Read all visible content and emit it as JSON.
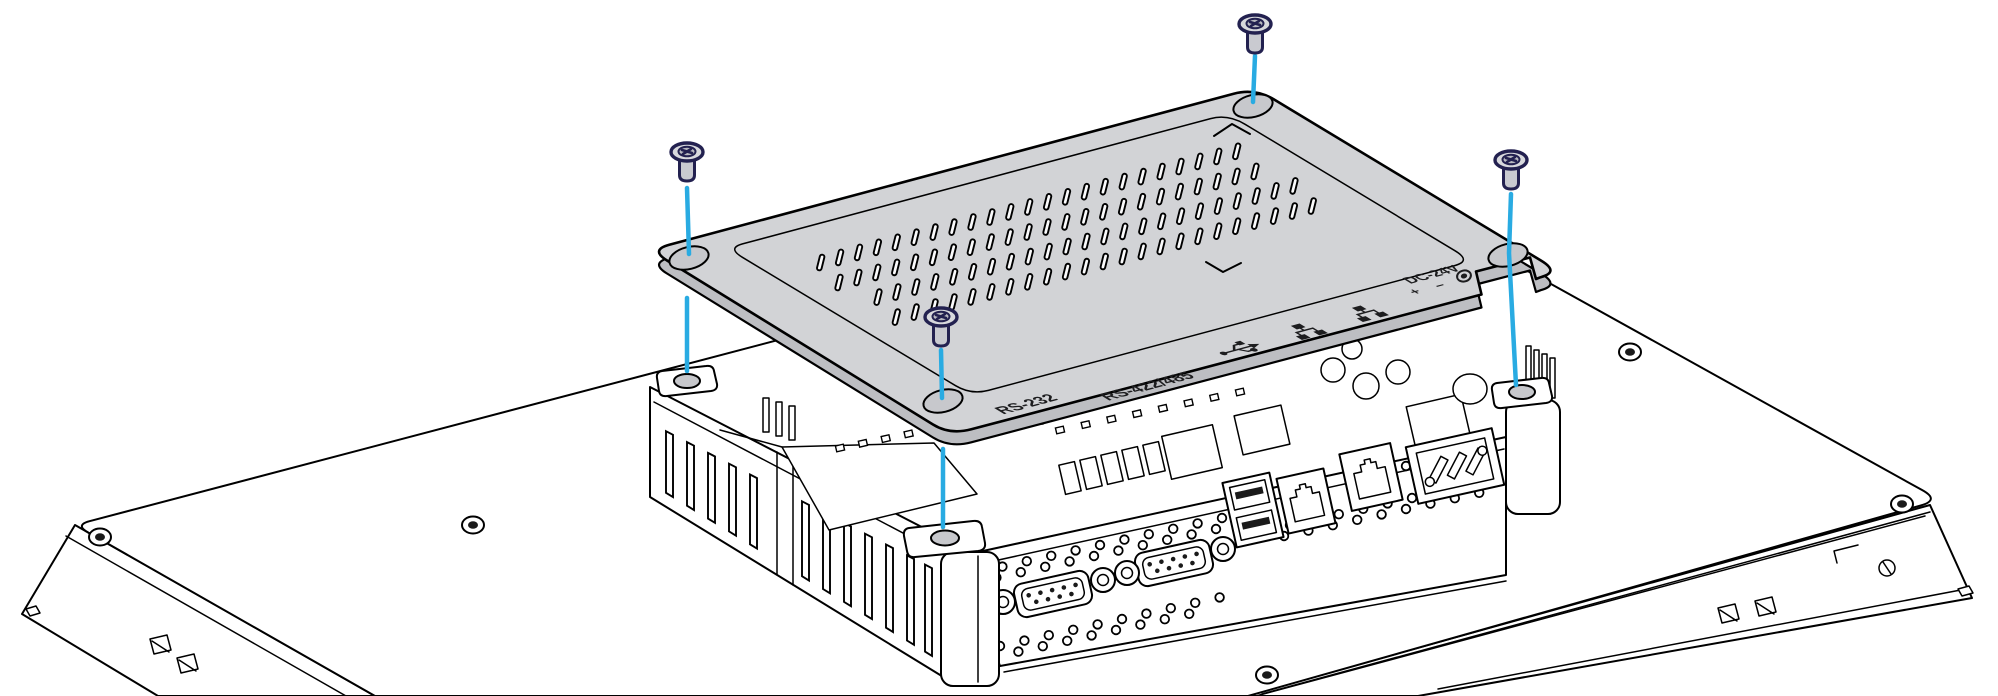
{
  "figure": {
    "cover": {
      "color": "#d2d3d6",
      "labels": {
        "rs232": "RS-232",
        "rs422_485": "RS-422/485",
        "dc24v": "DC-24V",
        "dc_plus": "+",
        "dc_minus": "−"
      },
      "icons": {
        "usb": "usb-icon",
        "lan_a": "lan-icon",
        "lan_b": "lan-icon",
        "ground": "ground-icon"
      },
      "vent_rows": 4,
      "screw_holes": 4
    },
    "screws": {
      "count": 4,
      "guide_line_color": "#29abe2",
      "outline_color": "#232150"
    },
    "chassis": {
      "serial_ports": 2,
      "usb_ports": 2,
      "lan_ports": 2,
      "power_connectors": 1
    },
    "rear_panel": {
      "surface_screws": 5,
      "mounting_slots": 4
    }
  }
}
